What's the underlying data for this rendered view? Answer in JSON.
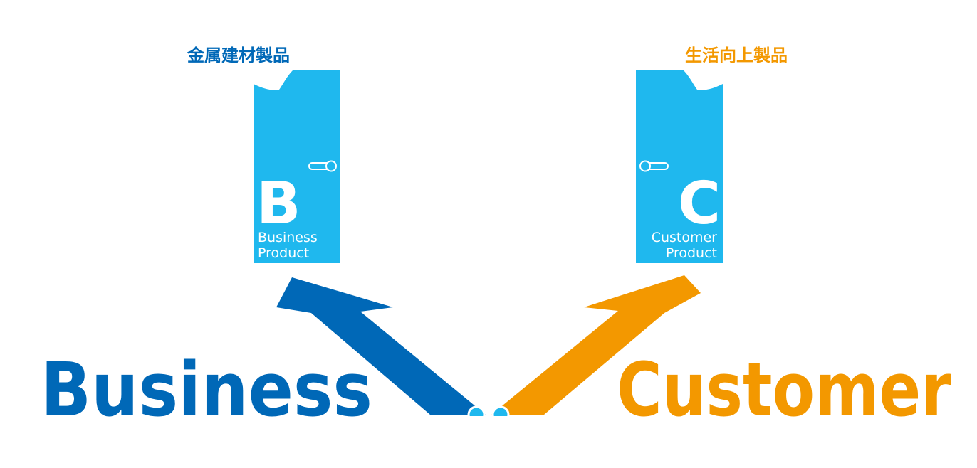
{
  "left": {
    "heading": "金属建材製品",
    "door_letter": "B",
    "door_line1": "Business",
    "door_line2": "Product",
    "big_word": "Business"
  },
  "right": {
    "heading": "生活向上製品",
    "door_letter": "C",
    "door_line1": "Customer",
    "door_line2": "Product",
    "big_word": "Customer"
  },
  "colors": {
    "blue_dark": "#0068b7",
    "blue_light": "#1fb8ee",
    "orange": "#f39800",
    "white": "#ffffff"
  },
  "icons": {
    "door_handle": "door-handle-icon",
    "arrow": "arrow-icon",
    "node": "node-icon"
  }
}
